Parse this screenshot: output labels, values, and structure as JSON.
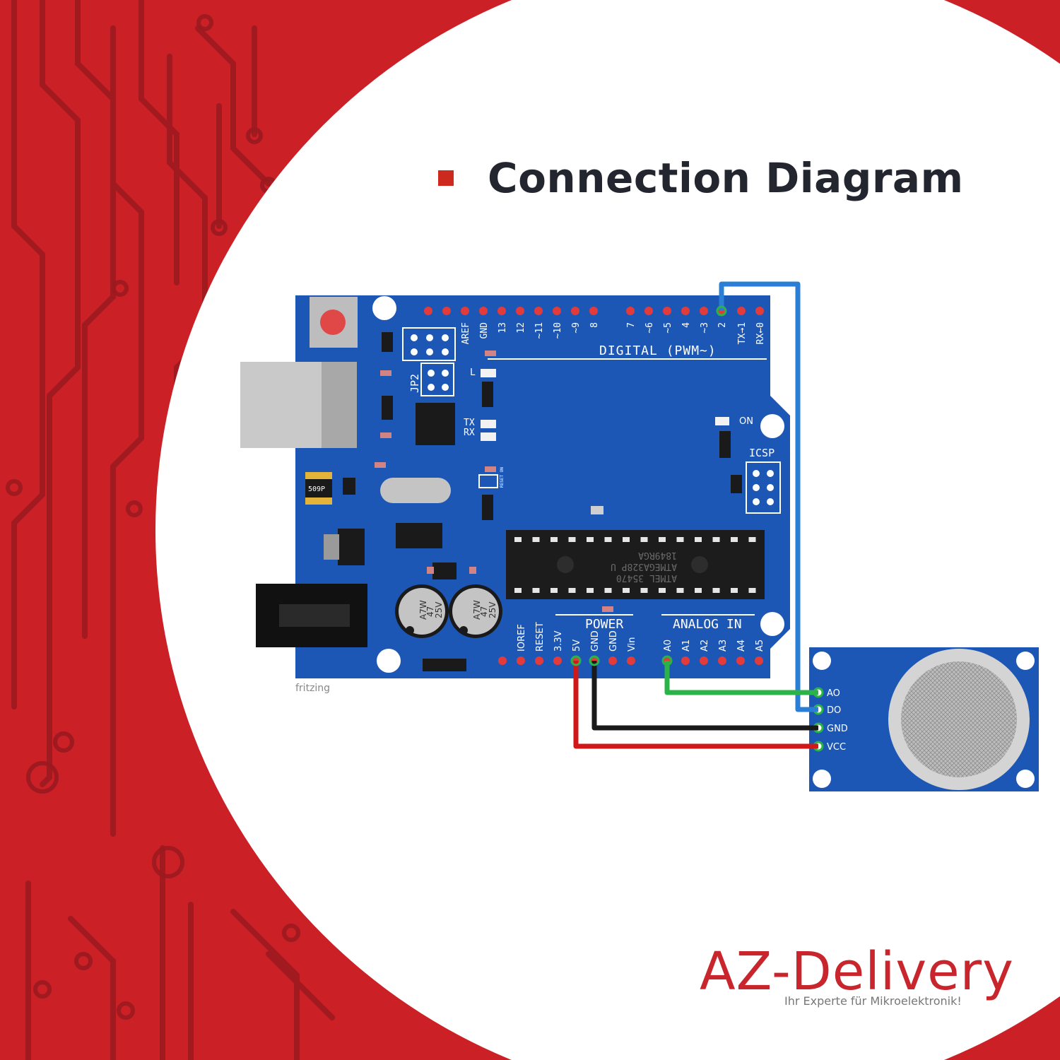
{
  "title": "Connection Diagram",
  "colors": {
    "accent_red": "#cc2a1e",
    "board_blue": "#1d57b6",
    "wire_blue": "#2a7fd4",
    "wire_green": "#2bb34a",
    "wire_black": "#1a1a1a",
    "wire_red": "#d01818"
  },
  "board": {
    "header_digital": [
      "AREF",
      "GND",
      "13",
      "12",
      "~11",
      "~10",
      "~9",
      "8",
      "7",
      "~6",
      "~5",
      "4",
      "~3",
      "2",
      "TX→1",
      "RX←0"
    ],
    "digital_label": "DIGITAL (PWM~)",
    "power_label": "POWER",
    "analog_label": "ANALOG IN",
    "power_pins": [
      "IOREF",
      "RESET",
      "3.3V",
      "5V",
      "GND",
      "GND",
      "Vin"
    ],
    "analog_pins": [
      "A0",
      "A1",
      "A2",
      "A3",
      "A4",
      "A5"
    ],
    "on_label": "ON",
    "icsp_label": "ICSP",
    "jp2_label": "JP2",
    "led_l": "L",
    "tx_label": "TX",
    "rx_label": "RX",
    "reset_on": "RESET ON",
    "regulator_code": "509P",
    "cap_label": [
      "A7W",
      "47",
      "25V"
    ],
    "chip_text": [
      "ATMEL 35470",
      "ATMEGA328P U",
      "1849RGA"
    ]
  },
  "sensor": {
    "pins": [
      "AO",
      "DO",
      "GND",
      "VCC"
    ]
  },
  "fritzing": "fritzing",
  "brand": {
    "name": "AZ-Delivery",
    "tagline": "Ihr Experte für Mikroelektronik!"
  }
}
